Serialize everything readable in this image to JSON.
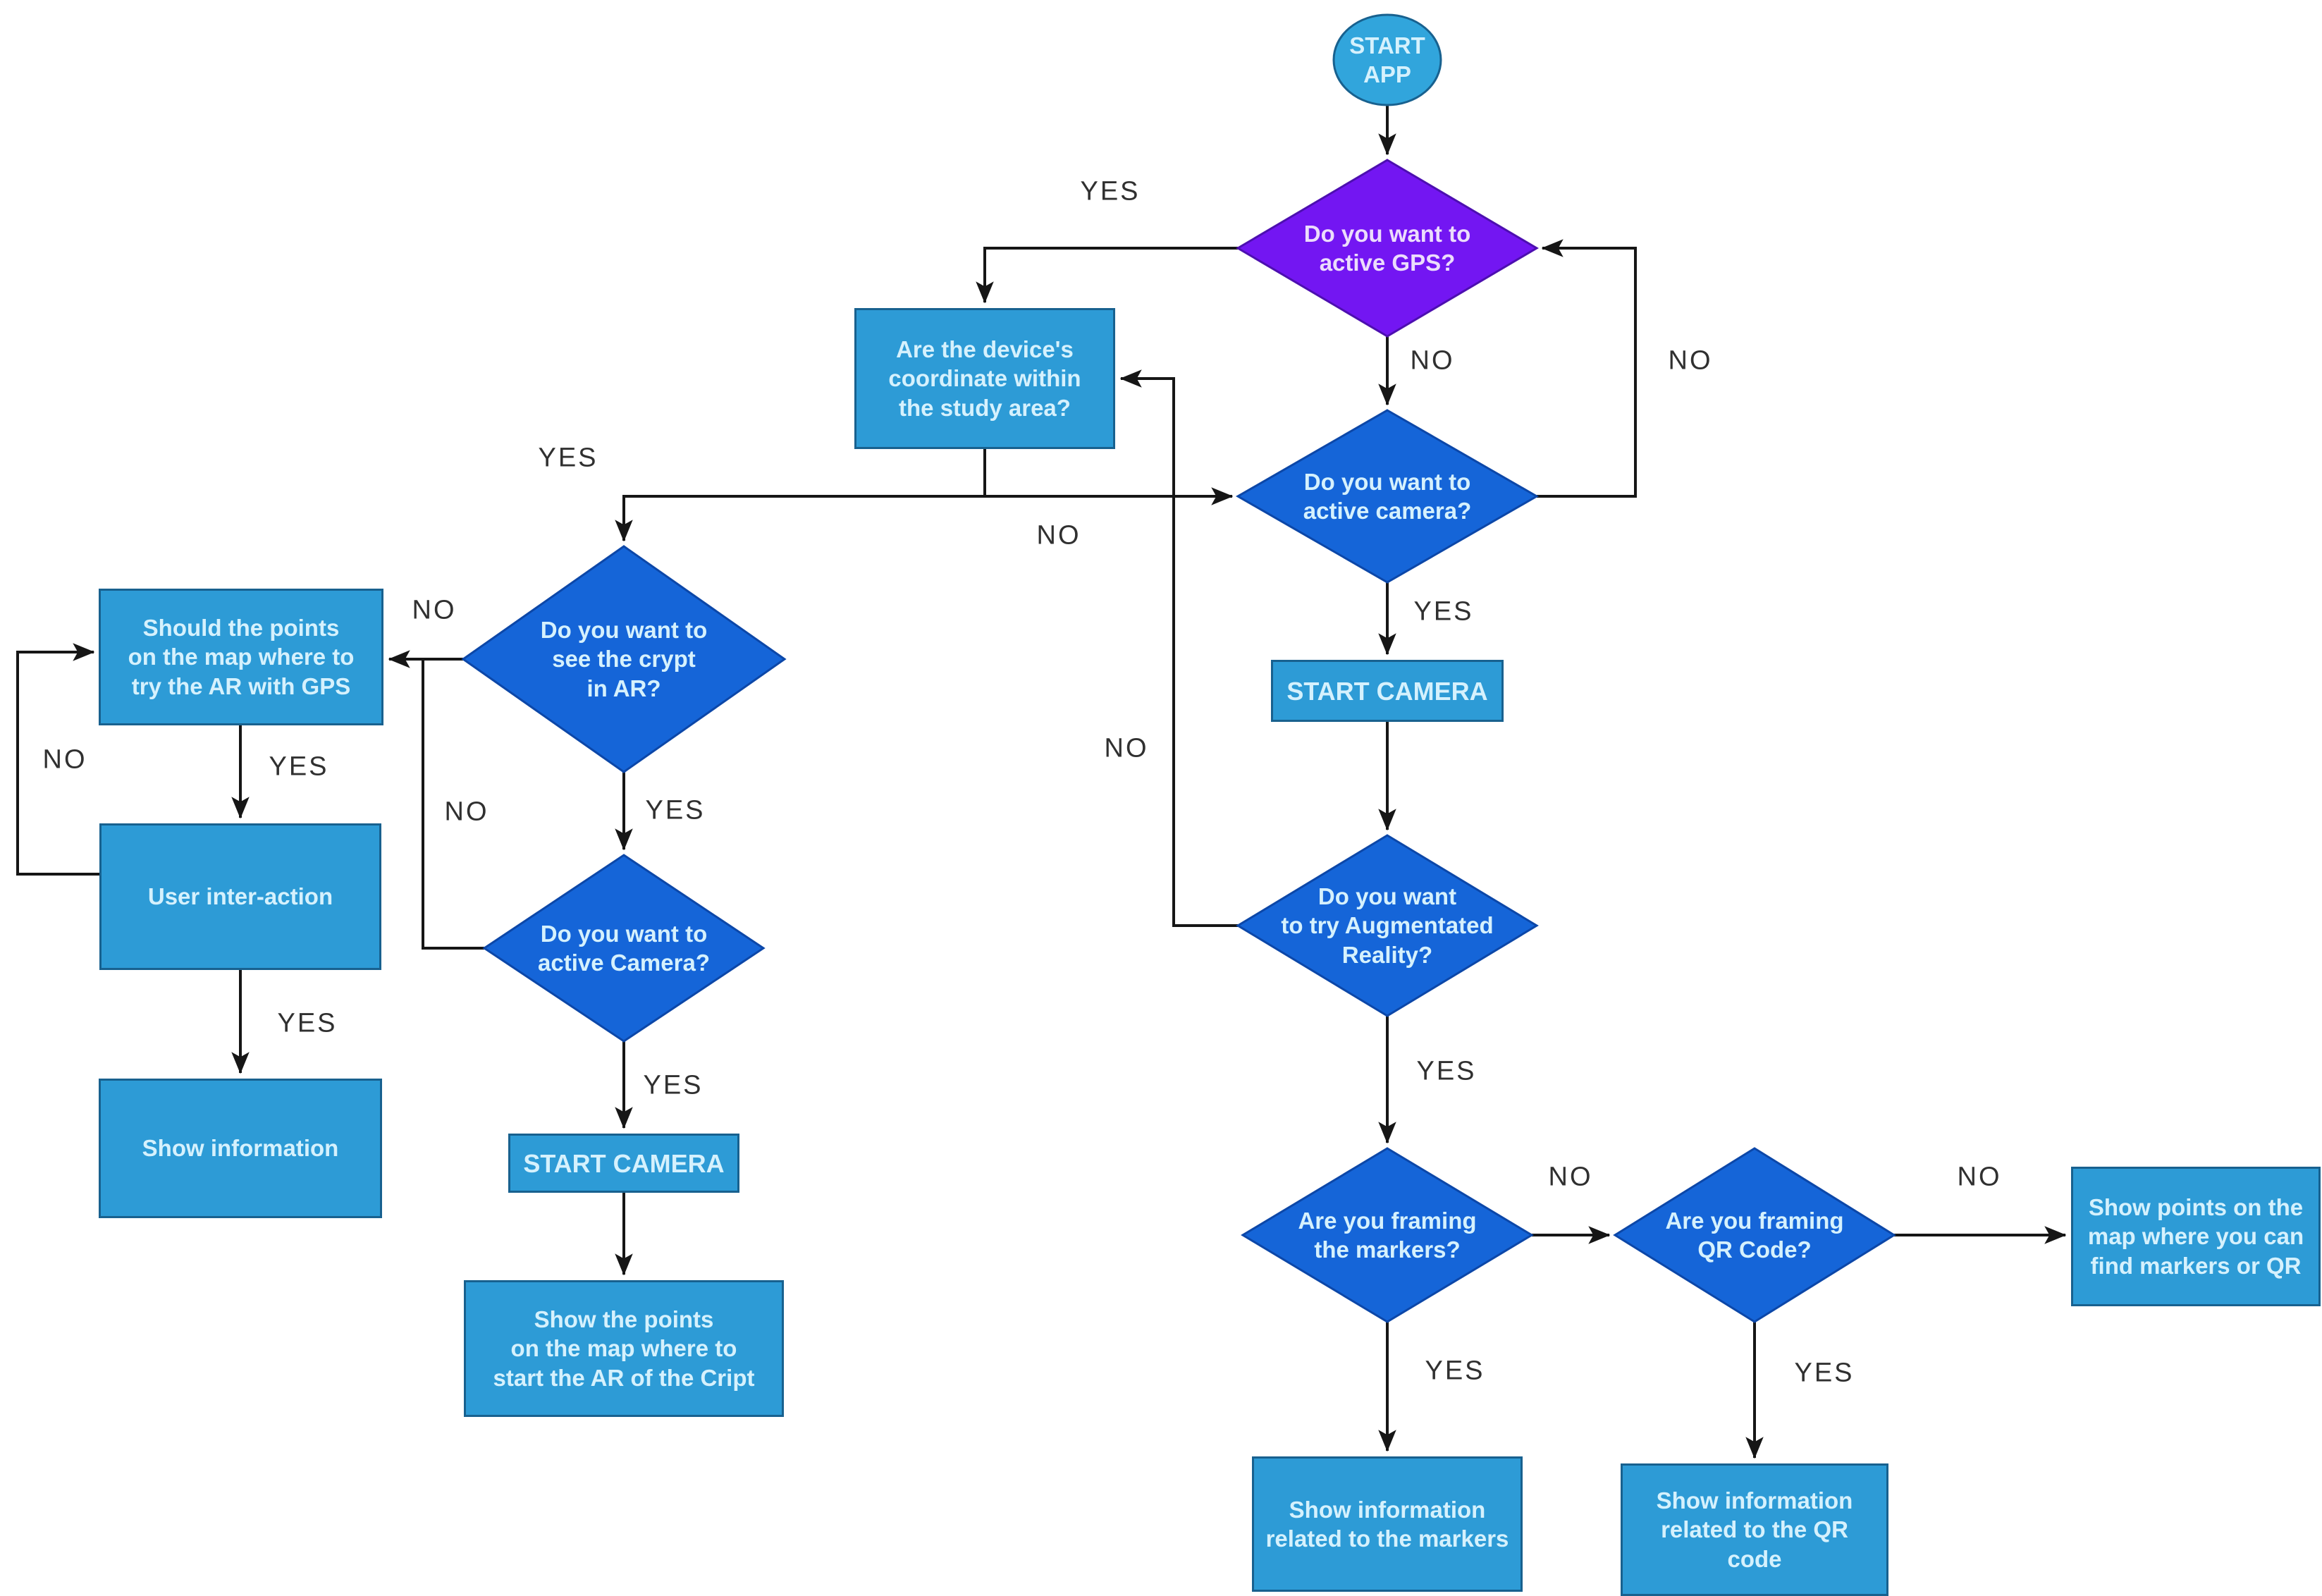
{
  "nodes": {
    "start_app": "START\nAPP",
    "gps_decision": "Do you want to\nactive GPS?",
    "coord_box": "Are the device's\ncoordinate within\nthe study area?",
    "camera_decision_right": "Do you want to\nactive camera?",
    "start_camera_right": "START CAMERA",
    "ar_decision": "Do you want\nto try Augmentated\nReality?",
    "markers_decision": "Are you framing\nthe markers?",
    "qr_decision": "Are you framing\nQR Code?",
    "show_points_map": "Show points on the\nmap where you can\nfind markers or QR",
    "show_info_markers": "Show information\nrelated to the markers",
    "show_info_qr": "Show information\nrelated to the QR\ncode",
    "should_points": "Should the points\non the map where to\ntry the AR with GPS",
    "user_interaction": "User inter-action",
    "show_information": "Show information",
    "crypt_decision": "Do you want to\nsee the crypt\nin AR?",
    "camera_decision_left": "Do you want to\nactive Camera?",
    "start_camera_left": "START CAMERA",
    "show_points_cript": "Show the points\non the map where to\nstart the AR of the Cript"
  },
  "edge_labels": {
    "gps_no": "NO",
    "gps_yes": "YES",
    "loop_no": "NO",
    "cam2_yes": "YES",
    "ar_yes": "YES",
    "ar_no": "NO",
    "coord_yes": "YES",
    "coord_no": "NO",
    "markers_no": "NO",
    "markers_yes": "YES",
    "qr_no": "NO",
    "qr_yes": "YES",
    "crypt_no": "NO",
    "cam1_no": "NO",
    "crypt_yes": "YES",
    "cam1_yes": "YES",
    "should_yes": "YES",
    "user_yes": "YES",
    "user_no": "NO"
  },
  "colors": {
    "process_fill": "#2d9bd6",
    "process_border": "#18618f",
    "decision_fill": "#1565d8",
    "decision_border": "#0c47a8",
    "gps_fill": "#7316f2",
    "gps_border": "#4d0fb0",
    "start_fill": "#31a5dc",
    "start_border": "#18618f",
    "node_text": "#d5f1fd",
    "gps_text": "#ecdcfc",
    "edge_color": "#161616",
    "label_color": "#303030",
    "canvas_bg": "#ffffff"
  }
}
